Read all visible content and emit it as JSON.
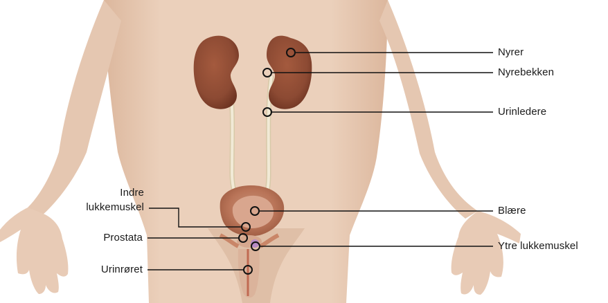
{
  "labels": {
    "nyrer": "Nyrer",
    "nyrebekken": "Nyrebekken",
    "urinledere": "Urinledere",
    "indre_line1": "Indre",
    "indre_line2": "lukkemuskel",
    "prostata": "Prostata",
    "urinroret": "Urinrøret",
    "blaere": "Blære",
    "ytre": "Ytre lukkemuskel"
  },
  "colors": {
    "skin": "#e9cdb8",
    "skin_shade": "#d8b49b",
    "kidney": "#8c4a33",
    "kidney_dark": "#6e3422",
    "ureter": "#efe6cf",
    "bladder": "#c9856a",
    "leader": "#111111"
  }
}
